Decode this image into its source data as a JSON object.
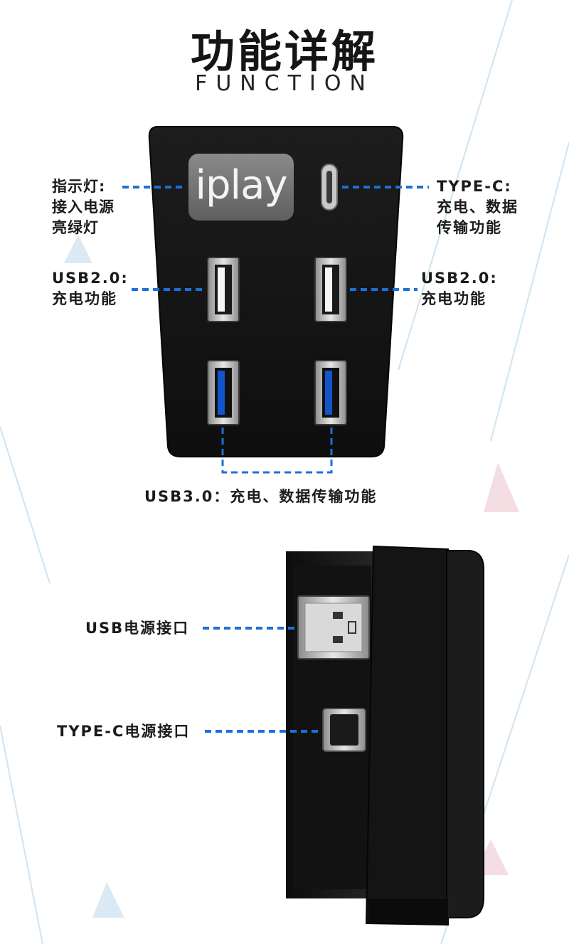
{
  "header": {
    "title": "功能详解",
    "subtitle": "FUNCTION"
  },
  "brand": {
    "logo_text": "iplay"
  },
  "callouts": {
    "indicator": "指示灯:\n接入电源\n亮绿灯",
    "typec_top": "TYPE-C:\n充电、数据\n传输功能",
    "usb2_left": "USB2.0:\n充电功能",
    "usb2_right": "USB2.0:\n充电功能",
    "usb3": "USB3.0：充电、数据传输功能",
    "usb_power": "USB电源接口",
    "typec_power": "TYPE-C电源接口"
  },
  "colors": {
    "accent_blue": "#1e6fd9",
    "device_black": "#161616",
    "usb3_blue": "#1254c9"
  }
}
